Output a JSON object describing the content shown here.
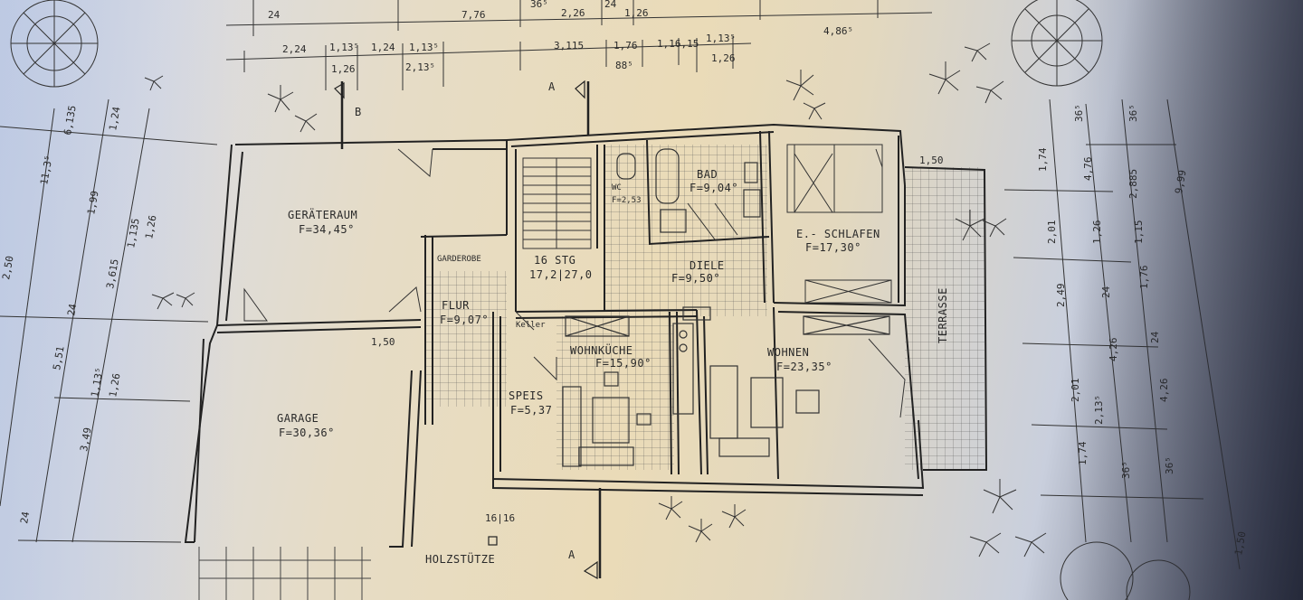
{
  "rooms": {
    "geraeteraum": {
      "name": "GERÄTERAUM",
      "area": "F=34,45°"
    },
    "garage": {
      "name": "GARAGE",
      "area": "F=30,36°"
    },
    "garderobe": {
      "name": "GARDEROBE"
    },
    "flur": {
      "name": "FLUR",
      "area": "F=9,07°"
    },
    "treppe": {
      "name": "16 STG",
      "area": "17,2|27,0"
    },
    "wc": {
      "name": "WC",
      "area": "F=2,53"
    },
    "bad": {
      "name": "BAD",
      "area": "F=9,04°"
    },
    "diele": {
      "name": "DIELE",
      "area": "F=9,50°"
    },
    "schlafen": {
      "name": "E.- SCHLAFEN",
      "area": "F=17,30°"
    },
    "wohnkueche": {
      "name": "WOHNKÜCHE",
      "area": "F=15,90°"
    },
    "wohnen": {
      "name": "WOHNEN",
      "area": "F=23,35°"
    },
    "speis": {
      "name": "SPEIS",
      "area": "F=5,37"
    },
    "terrasse": {
      "name": "TERRASSE"
    },
    "keller": {
      "name": "Keller"
    }
  },
  "labels": {
    "holzstuetze": "HOLZSTÜTZE",
    "stuetze_size": "16|16",
    "door_width": "1,50",
    "terrace_width": "1,50",
    "section_a": "A",
    "section_b": "B"
  },
  "dims_top_row1": [
    "24",
    "7,76",
    "36⁵",
    "2,26",
    "24",
    "1,26",
    "4,86⁵"
  ],
  "dims_top_row2": [
    "2,24",
    "1,13⁵",
    "1,24",
    "1,13⁵",
    "3,115",
    "1,76",
    "1,16,15",
    "1,13⁵"
  ],
  "dims_top_row3": [
    "1,26",
    "2,13⁵",
    "88⁵",
    "1,26"
  ],
  "dims_left": [
    "11,3⁵",
    "6,135",
    "1,99",
    "1,24",
    "1,135",
    "3,615",
    "1,26",
    "24",
    "5,51",
    "1,13⁵",
    "1,26",
    "3,49",
    "24",
    "2,50"
  ],
  "dims_right": [
    "1,74",
    "2,01",
    "2,49",
    "2,01",
    "1,74",
    "36⁵",
    "36⁵",
    "4,76",
    "1,26",
    "24",
    "4,26",
    "2,13⁵",
    "36⁵",
    "2,885",
    "1,15",
    "1,76",
    "24",
    "4,26",
    "36⁵",
    "9,99",
    "1,50"
  ],
  "colors": {
    "ink": "#2a2a2a",
    "paper": "#eadbb8"
  }
}
